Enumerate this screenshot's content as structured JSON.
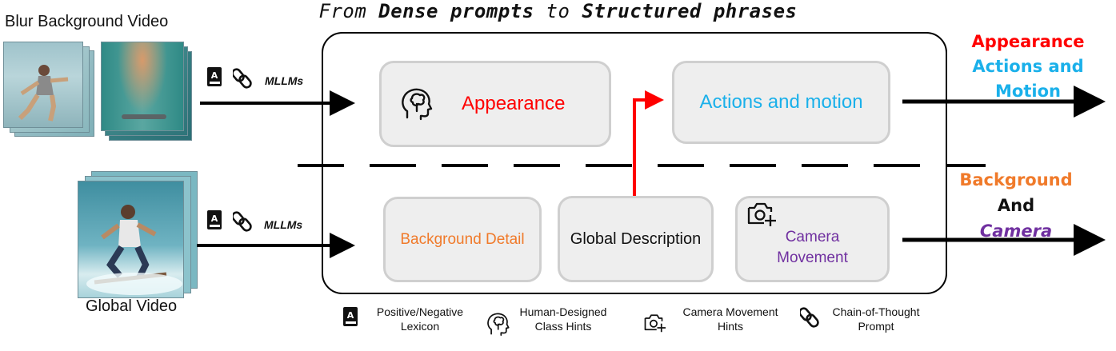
{
  "title": {
    "prefix": "From ",
    "dense": "Dense prompts",
    "middle": " to ",
    "structured": "Structured phrases"
  },
  "inputs": {
    "blur_label": "Blur Background Video",
    "global_label": "Global Video",
    "mllm_top": "MLLMs",
    "mllm_bottom": "MLLMs"
  },
  "modules": {
    "appearance": "Appearance",
    "actions": "Actions and motion",
    "background_detail": "Background Detail",
    "global_description": "Global Description",
    "camera_line1": "Camera",
    "camera_line2": "Movement"
  },
  "outputs": {
    "top": [
      "Appearance",
      "Actions and",
      "Motion"
    ],
    "bottom": [
      "Background",
      "And",
      "Camera"
    ]
  },
  "legend": [
    {
      "icon": "book-icon",
      "line1": "Positive/Negative",
      "line2": "Lexicon"
    },
    {
      "icon": "head-icon",
      "line1": "Human-Designed",
      "line2": "Class Hints"
    },
    {
      "icon": "camera-plus-icon",
      "line1": "Camera Movement",
      "line2": "Hints"
    },
    {
      "icon": "chain-icon",
      "line1": "Chain-of-Thought",
      "line2": "Prompt"
    }
  ],
  "colors": {
    "red": "#ff0000",
    "cyan": "#1ab0ea",
    "orange": "#f07a2a",
    "purple": "#7030a0",
    "module_bg": "#eeeeee",
    "module_border": "#cfcfcf"
  }
}
